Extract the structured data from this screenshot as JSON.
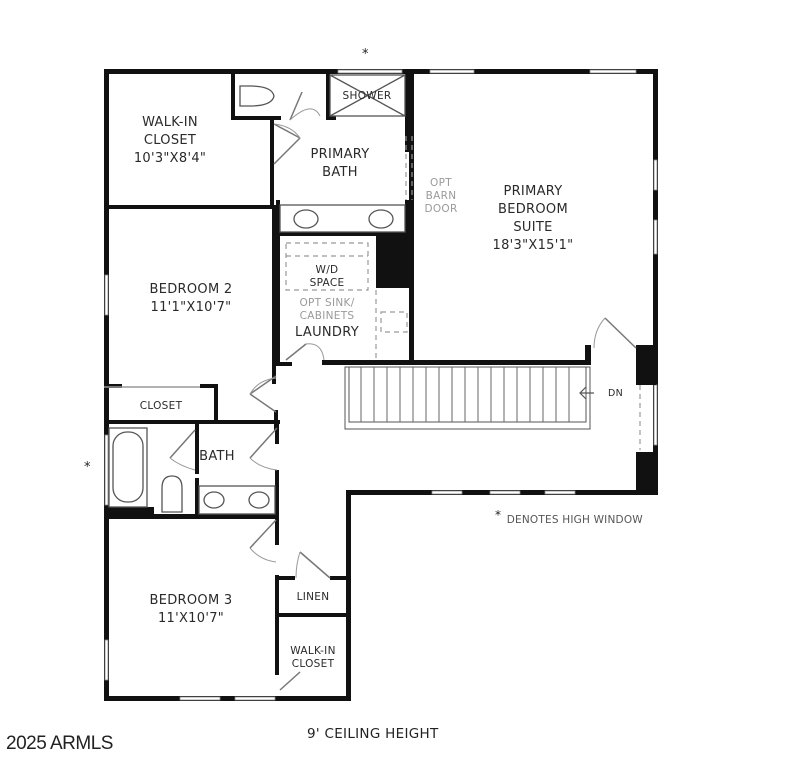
{
  "floorplan": {
    "rooms": [
      {
        "id": "walk-in-closet-primary",
        "lines": [
          "WALK-IN",
          "CLOSET",
          "10'3\"X8'4\""
        ]
      },
      {
        "id": "primary-bath",
        "lines": [
          "PRIMARY",
          "BATH"
        ]
      },
      {
        "id": "shower",
        "lines": [
          "SHOWER"
        ]
      },
      {
        "id": "primary-bedroom-suite",
        "lines": [
          "PRIMARY",
          "BEDROOM",
          "SUITE",
          "18'3\"X15'1\""
        ]
      },
      {
        "id": "opt-barn-door",
        "lines": [
          "OPT",
          "BARN",
          "DOOR"
        ]
      },
      {
        "id": "wd-space",
        "lines": [
          "W/D",
          "SPACE"
        ]
      },
      {
        "id": "opt-sink-cabinets",
        "lines": [
          "OPT SINK/",
          "CABINETS"
        ]
      },
      {
        "id": "laundry",
        "lines": [
          "LAUNDRY"
        ]
      },
      {
        "id": "bedroom-2",
        "lines": [
          "BEDROOM 2",
          "11'1\"X10'7\""
        ]
      },
      {
        "id": "closet-bedroom-2",
        "lines": [
          "CLOSET"
        ]
      },
      {
        "id": "bath",
        "lines": [
          "BATH"
        ]
      },
      {
        "id": "bedroom-3",
        "lines": [
          "BEDROOM 3",
          "11'X10'7\""
        ]
      },
      {
        "id": "linen",
        "lines": [
          "LINEN"
        ]
      },
      {
        "id": "walk-in-closet-bedroom-3",
        "lines": [
          "WALK-IN",
          "CLOSET"
        ]
      }
    ],
    "stairs_label": "DN",
    "high_window_marker": "*",
    "legend": "DENOTES HIGH WINDOW",
    "ceiling_height": "9' CEILING HEIGHT",
    "copyright": "2025 ARMLS"
  },
  "colors": {
    "wall": "#111111",
    "fixture": "#555555",
    "optional": "#aaaaaa",
    "text": "#2a2a2a"
  }
}
